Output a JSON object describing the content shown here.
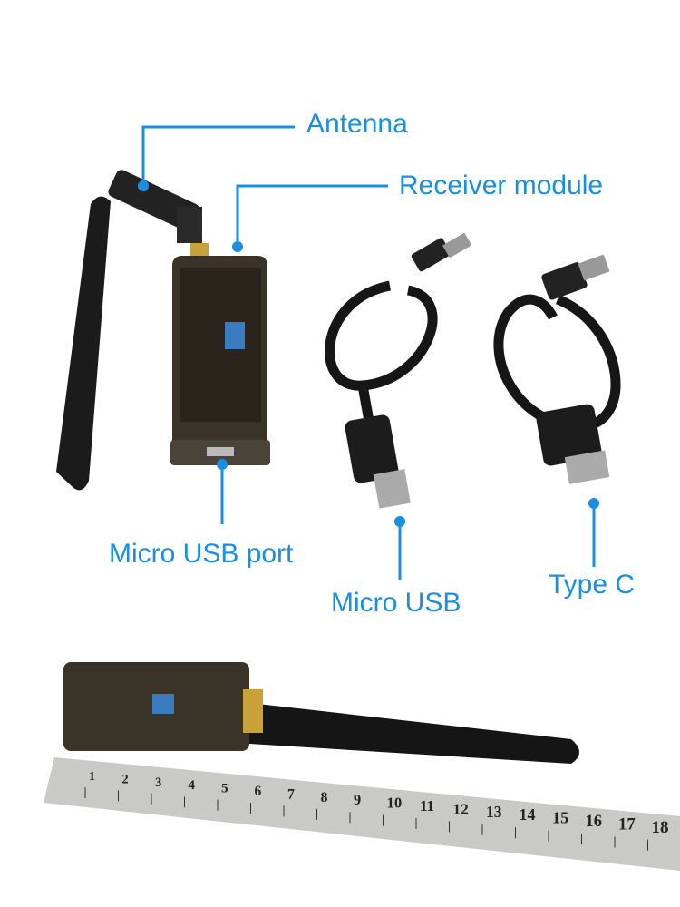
{
  "labels": {
    "antenna": "Antenna",
    "receiver_module": "Receiver module",
    "micro_usb_port": "Micro USB port",
    "micro_usb": "Micro USB",
    "type_c": "Type C"
  },
  "ruler": {
    "numbers": [
      "1",
      "2",
      "3",
      "4",
      "5",
      "6",
      "7",
      "8",
      "9",
      "10",
      "11",
      "12",
      "13",
      "14",
      "15",
      "16",
      "17",
      "18"
    ]
  },
  "colors": {
    "callout": "#1a8fe0"
  }
}
